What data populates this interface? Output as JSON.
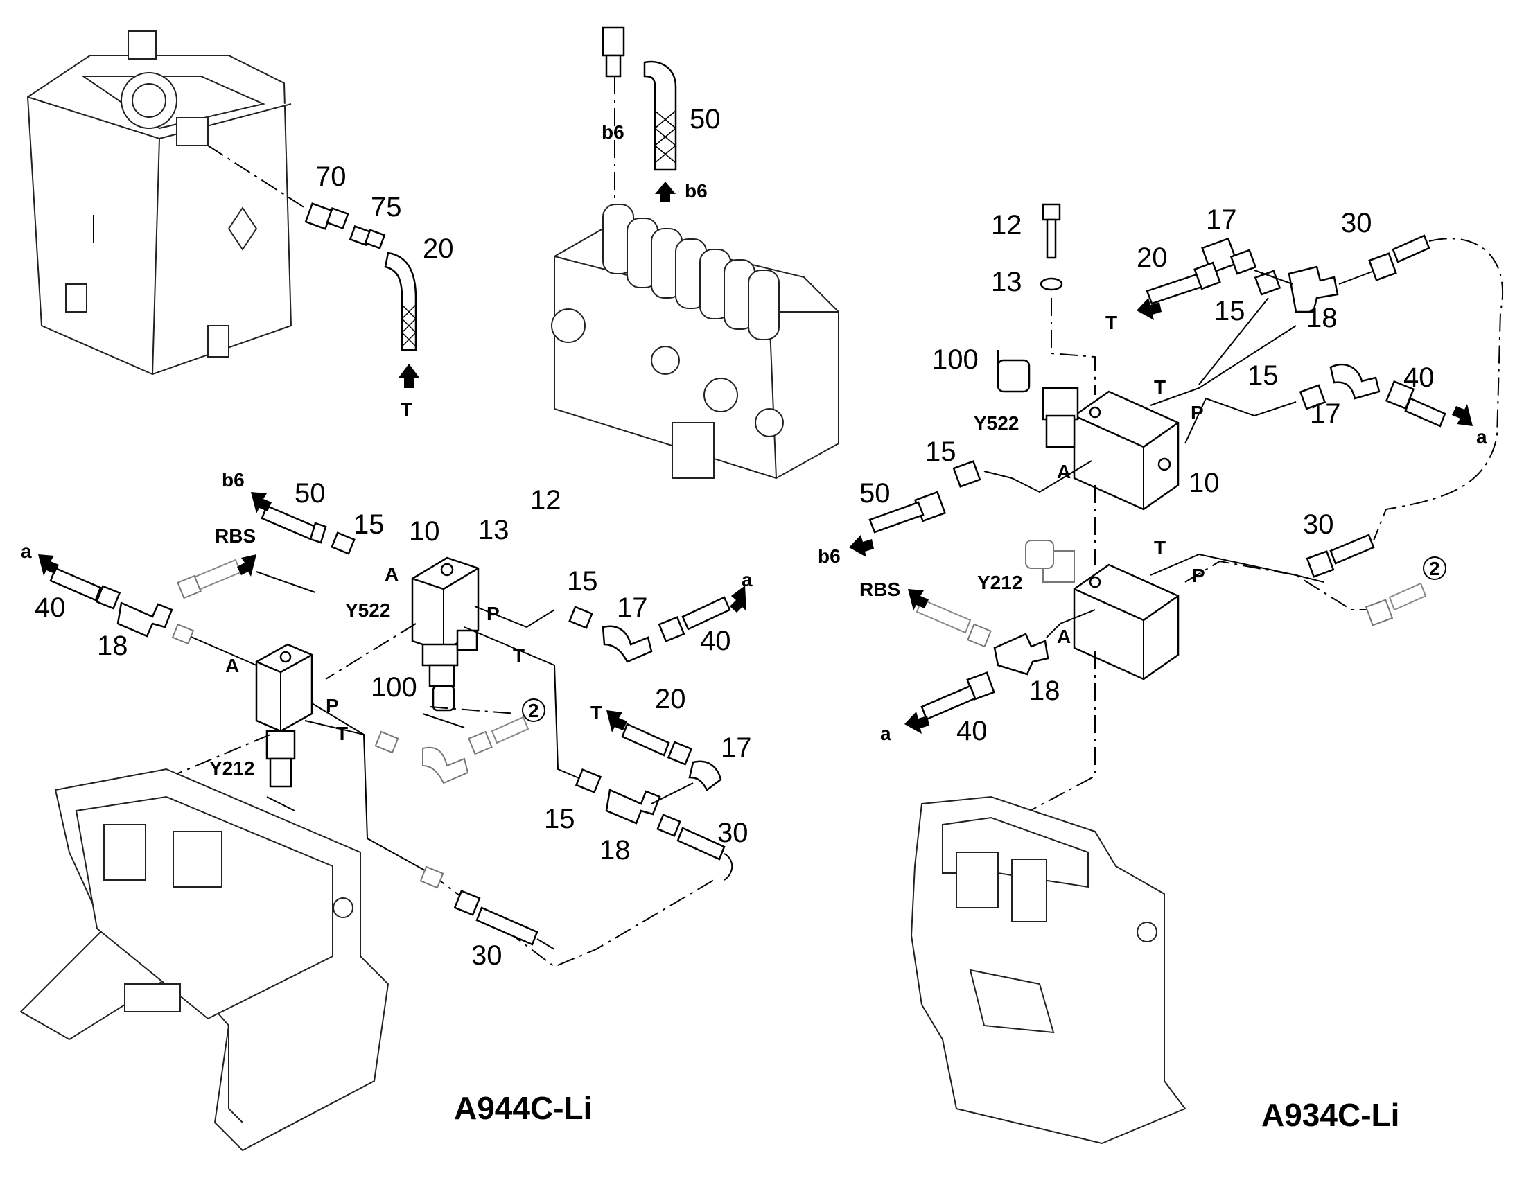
{
  "titles": {
    "left": "A944C-Li",
    "right": "A934C-Li"
  },
  "callouts": {
    "n70": "70",
    "n75": "75",
    "n20": "20",
    "n50": "50",
    "n12": "12",
    "n13": "13",
    "n15": "15",
    "n17": "17",
    "n18": "18",
    "n30": "30",
    "n40": "40",
    "n10": "10",
    "n100": "100"
  },
  "port_labels": {
    "T": "T",
    "P": "P",
    "A": "A",
    "a": "a",
    "b6": "b6",
    "RBS": "RBS",
    "Y522": "Y522",
    "Y212": "Y212",
    "circled_2": "2"
  }
}
